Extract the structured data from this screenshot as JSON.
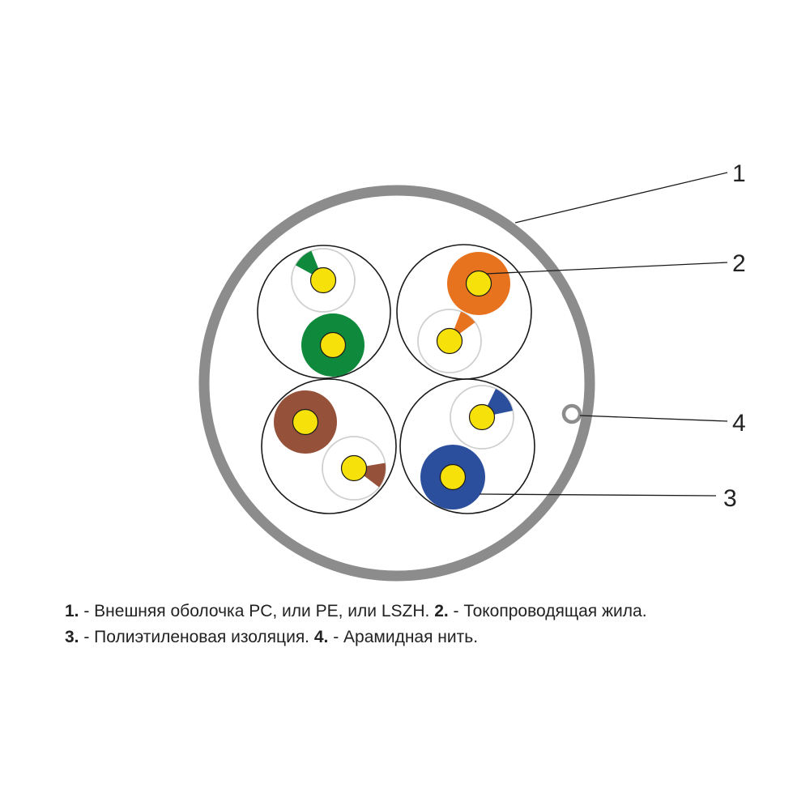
{
  "colors": {
    "sheath": "#8c8c8c",
    "outline": "#1a1a1a",
    "conductor": "#f7e10a",
    "green": "#0f8a3c",
    "orange": "#e8731f",
    "brown": "#96513a",
    "blue": "#2b4e9d",
    "halo": "#cfcfcf"
  },
  "callouts": [
    {
      "number": "1"
    },
    {
      "number": "2"
    },
    {
      "number": "3"
    },
    {
      "number": "4"
    }
  ],
  "legend": {
    "line1": [
      {
        "num": "1.",
        "text": " - Внешняя оболочка PC, или PE, или LSZH. "
      },
      {
        "num": "2.",
        "text": " - Токопроводящая жила."
      }
    ],
    "line2": [
      {
        "num": "3.",
        "text": " - Полиэтиленовая изоляция. "
      },
      {
        "num": "4.",
        "text": " - Арамидная нить."
      }
    ]
  }
}
